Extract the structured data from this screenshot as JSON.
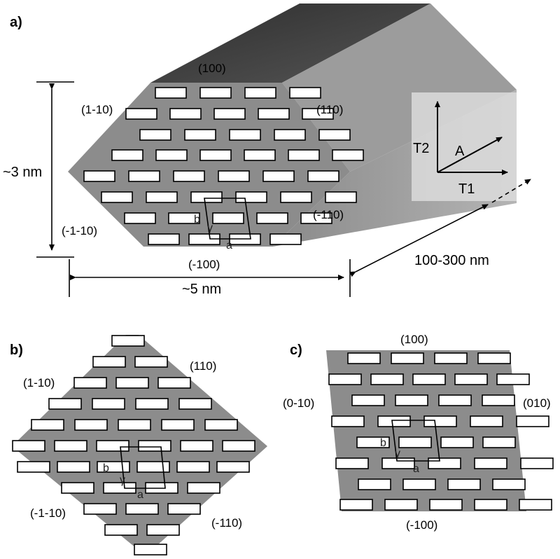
{
  "panels": {
    "a": "a)",
    "b": "b)",
    "c": "c)"
  },
  "panel_a": {
    "faces": {
      "top": "(100)",
      "upper_left": "(1-10)",
      "upper_right": "(110)",
      "lower_left": "(-1-10)",
      "lower_right": "(-110)",
      "bottom": "(-100)"
    },
    "dims": {
      "height": "~3 nm",
      "width": "~5 nm",
      "length": "100-300 nm"
    },
    "axes": {
      "t2": "T2",
      "a": "A",
      "t1": "T1"
    },
    "cell": {
      "a": "a",
      "b": "b",
      "gamma": "γ"
    }
  },
  "panel_b": {
    "faces": {
      "upper_left": "(1-10)",
      "upper_right": "(110)",
      "lower_left": "(-1-10)",
      "lower_right": "(-110)"
    },
    "cell": {
      "a": "a",
      "b": "b",
      "gamma": "γ"
    }
  },
  "panel_c": {
    "faces": {
      "top": "(100)",
      "left": "(0-10)",
      "right": "(010)",
      "bottom": "(-100)"
    },
    "cell": {
      "a": "a",
      "b": "b",
      "gamma": "γ"
    }
  },
  "colors": {
    "face_gray": "#8c8c8c",
    "top_dark": "#3a3a3a",
    "side_light": "#a8a8a8",
    "axis_box": "#d9d9d9"
  }
}
